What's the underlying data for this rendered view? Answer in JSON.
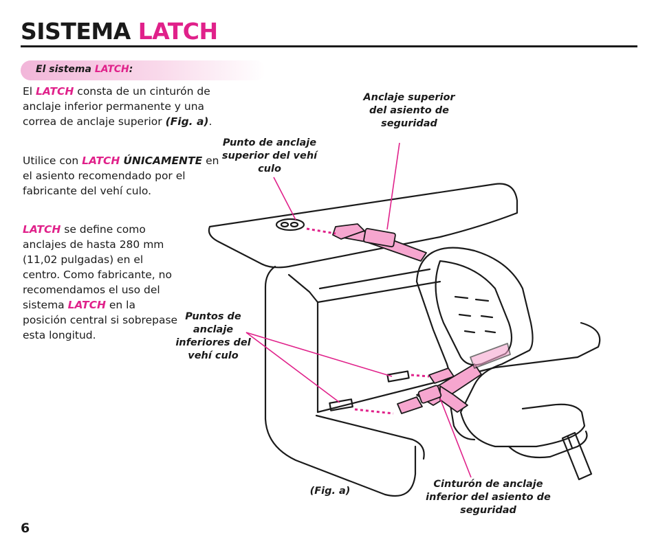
{
  "header": {
    "title_part1": "SISTEMA",
    "title_part2": "LATCH"
  },
  "section": {
    "label_part1": "El sistema",
    "label_part2": "LATCH",
    "label_part3": ":"
  },
  "paragraphs": {
    "p1": {
      "s1": "El",
      "latch": "LATCH",
      "s2": "consta de un cinturón de anclaje inferior permanente y una correa de anclaje superior",
      "fig": "(Fig. a)",
      "s3": "."
    },
    "p2": {
      "s1": "Utilice con",
      "latch": "LATCH",
      "only": "ÚNICAMENTE",
      "s2": "en el asiento recomendado por el fabricante del vehí culo."
    },
    "p3": {
      "latch1": "LATCH",
      "s1": "se define como anclajes de hasta 280 mm (11,02 pulgadas) en el centro. Como fabricante, no recomendamos el uso del sistema",
      "latch2": "LATCH",
      "s2": "en la posición central si sobrepase esta longitud."
    }
  },
  "callouts": {
    "top_anchor": "Anclaje superior del asiento de seguridad",
    "top_point": "Punto de anclaje superior del vehí culo",
    "lower_points": "Puntos de anclaje inferiores del vehí culo",
    "lower_belt": "Cinturón de anclaje inferior del asiento de seguridad",
    "figure": "(Fig. a)"
  },
  "page_number": "6",
  "colors": {
    "accent": "#e0218a",
    "text": "#1a1a1a",
    "tab_fill": "#f2b6d9"
  }
}
